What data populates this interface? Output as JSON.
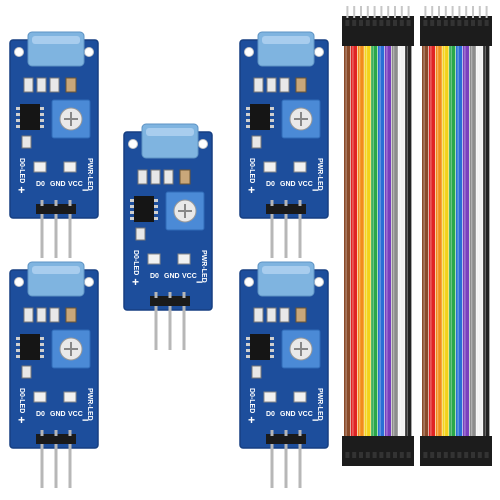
{
  "pcb_labels": {
    "d0": "D0",
    "gnd": "GND",
    "vcc": "VCC",
    "do_led": "D0-LED",
    "pwr_led": "PWR-LED",
    "plus": "+",
    "minus": "−"
  },
  "colors": {
    "pcb": "#1d4e9c",
    "pcb_dark": "#163f82",
    "switch": "#7fb4e0",
    "pot": "#4b8ad6",
    "pin": "#b7b7b7",
    "header": "#1a1a1a"
  },
  "wire_colors": [
    "#8a4b2a",
    "#e02424",
    "#f28c1a",
    "#f3d21a",
    "#2aa84a",
    "#2a6fd6",
    "#7a3fbf",
    "#8c8c8c",
    "#f2f2f2",
    "#222222"
  ],
  "icons": {
    "switch": "tilt-switch-icon",
    "pot": "potentiometer-icon",
    "chip": "comparator-chip-icon",
    "led": "smd-led-icon",
    "header": "pin-header-icon"
  }
}
